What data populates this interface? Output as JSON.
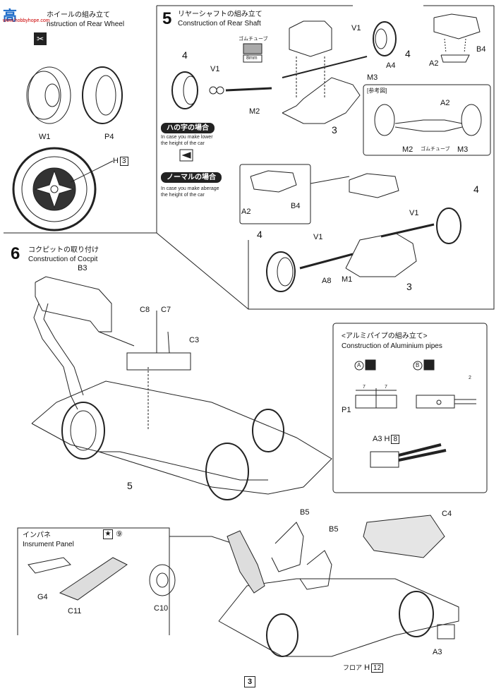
{
  "watermark": {
    "logo_text": "高",
    "site": "www.hobbyhope.com"
  },
  "step4": {
    "title_jp": "ホイールの組み立て",
    "title_en": "nstruction of Rear Wheel",
    "parts": {
      "w1": "W1",
      "p4": "P4",
      "h3_label": "H",
      "h3_num": "3"
    }
  },
  "step5": {
    "number": "5",
    "title_jp": "リヤーシャフトの組み立て",
    "title_en": "Construction of Rear Shaft",
    "rubber_tube": "ゴムチューブ",
    "measure": "8mm",
    "parts": {
      "four_a": "4",
      "v1_a": "V1",
      "m2": "M2",
      "three_a": "3",
      "v1_b": "V1",
      "a4": "A4",
      "m3": "M3",
      "four_b": "4",
      "a2": "A2",
      "b4": "B4"
    },
    "reference": {
      "title": "[参考図]",
      "a2": "A2",
      "m2": "M2",
      "tube": "ゴムチューブ",
      "m3": "M3"
    },
    "option_lower": {
      "badge": "ハの字の場合",
      "desc_1": "In case you make lower",
      "desc_2": "the height of the car"
    },
    "option_normal": {
      "badge": "ノーマルの場合",
      "desc_1": "In case you make aberage",
      "desc_2": "the height of the car"
    },
    "normal_parts": {
      "a2": "A2",
      "b4": "B4",
      "four_a": "4",
      "v1_a": "V1",
      "four_b": "4",
      "v1_b": "V1",
      "a8": "A8",
      "m1": "M1",
      "three": "3"
    }
  },
  "step6": {
    "number": "6",
    "title_jp": "コクピットの取り付け",
    "title_en": "Construction of Cocpit",
    "parts": {
      "b3": "B3",
      "c8": "C8",
      "c7": "C7",
      "c3": "C3",
      "five": "5"
    }
  },
  "aluminium": {
    "title_jp": "<アルミパイプの組み立て>",
    "title_en": "Construction of Aluminium pipes",
    "marker_a": "A",
    "marker_b": "B",
    "p1": "P1",
    "dim_1": "7",
    "dim_2": "7",
    "dim_3": "2",
    "a3_label": "A3",
    "h_label": "H",
    "h_num": "8"
  },
  "instrument_panel": {
    "title_jp": "インパネ",
    "title_en": "Insrument Panel",
    "paint_num": "9",
    "parts": {
      "g4": "G4",
      "c11": "C11",
      "c10": "C10"
    }
  },
  "lower_assembly": {
    "parts": {
      "b5_a": "B5",
      "b5_b": "B5",
      "c4": "C4",
      "a3": "A3"
    },
    "floor_jp": "フロア",
    "floor_h": "H",
    "floor_num": "12"
  },
  "page_number": "3"
}
